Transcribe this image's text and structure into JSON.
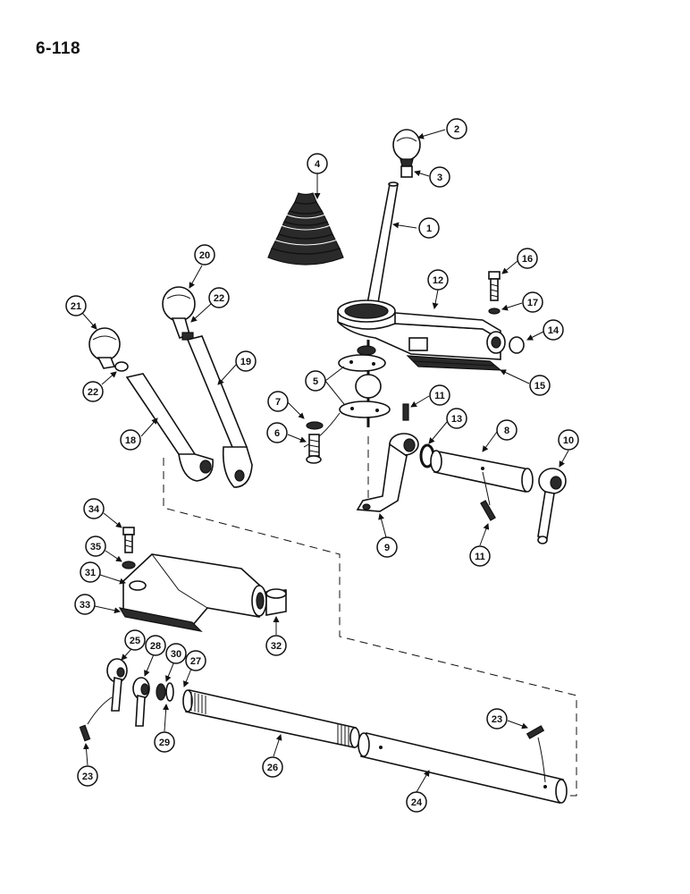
{
  "page": {
    "number": "6-118"
  },
  "callouts": [
    {
      "id": "c1",
      "label": "1"
    },
    {
      "id": "c2",
      "label": "2"
    },
    {
      "id": "c3",
      "label": "3"
    },
    {
      "id": "c4",
      "label": "4"
    },
    {
      "id": "c5",
      "label": "5"
    },
    {
      "id": "c6",
      "label": "6"
    },
    {
      "id": "c7",
      "label": "7"
    },
    {
      "id": "c8",
      "label": "8"
    },
    {
      "id": "c9",
      "label": "9"
    },
    {
      "id": "c10",
      "label": "10"
    },
    {
      "id": "c11a",
      "label": "11"
    },
    {
      "id": "c11b",
      "label": "11"
    },
    {
      "id": "c12",
      "label": "12"
    },
    {
      "id": "c13",
      "label": "13"
    },
    {
      "id": "c14",
      "label": "14"
    },
    {
      "id": "c15",
      "label": "15"
    },
    {
      "id": "c16",
      "label": "16"
    },
    {
      "id": "c17",
      "label": "17"
    },
    {
      "id": "c18",
      "label": "18"
    },
    {
      "id": "c19",
      "label": "19"
    },
    {
      "id": "c20",
      "label": "20"
    },
    {
      "id": "c21",
      "label": "21"
    },
    {
      "id": "c22a",
      "label": "22"
    },
    {
      "id": "c22b",
      "label": "22"
    },
    {
      "id": "c23a",
      "label": "23"
    },
    {
      "id": "c23b",
      "label": "23"
    },
    {
      "id": "c24",
      "label": "24"
    },
    {
      "id": "c25",
      "label": "25"
    },
    {
      "id": "c26",
      "label": "26"
    },
    {
      "id": "c27",
      "label": "27"
    },
    {
      "id": "c28",
      "label": "28"
    },
    {
      "id": "c29",
      "label": "29"
    },
    {
      "id": "c30",
      "label": "30"
    },
    {
      "id": "c31",
      "label": "31"
    },
    {
      "id": "c32",
      "label": "32"
    },
    {
      "id": "c33",
      "label": "33"
    },
    {
      "id": "c34",
      "label": "34"
    },
    {
      "id": "c35",
      "label": "35"
    }
  ]
}
